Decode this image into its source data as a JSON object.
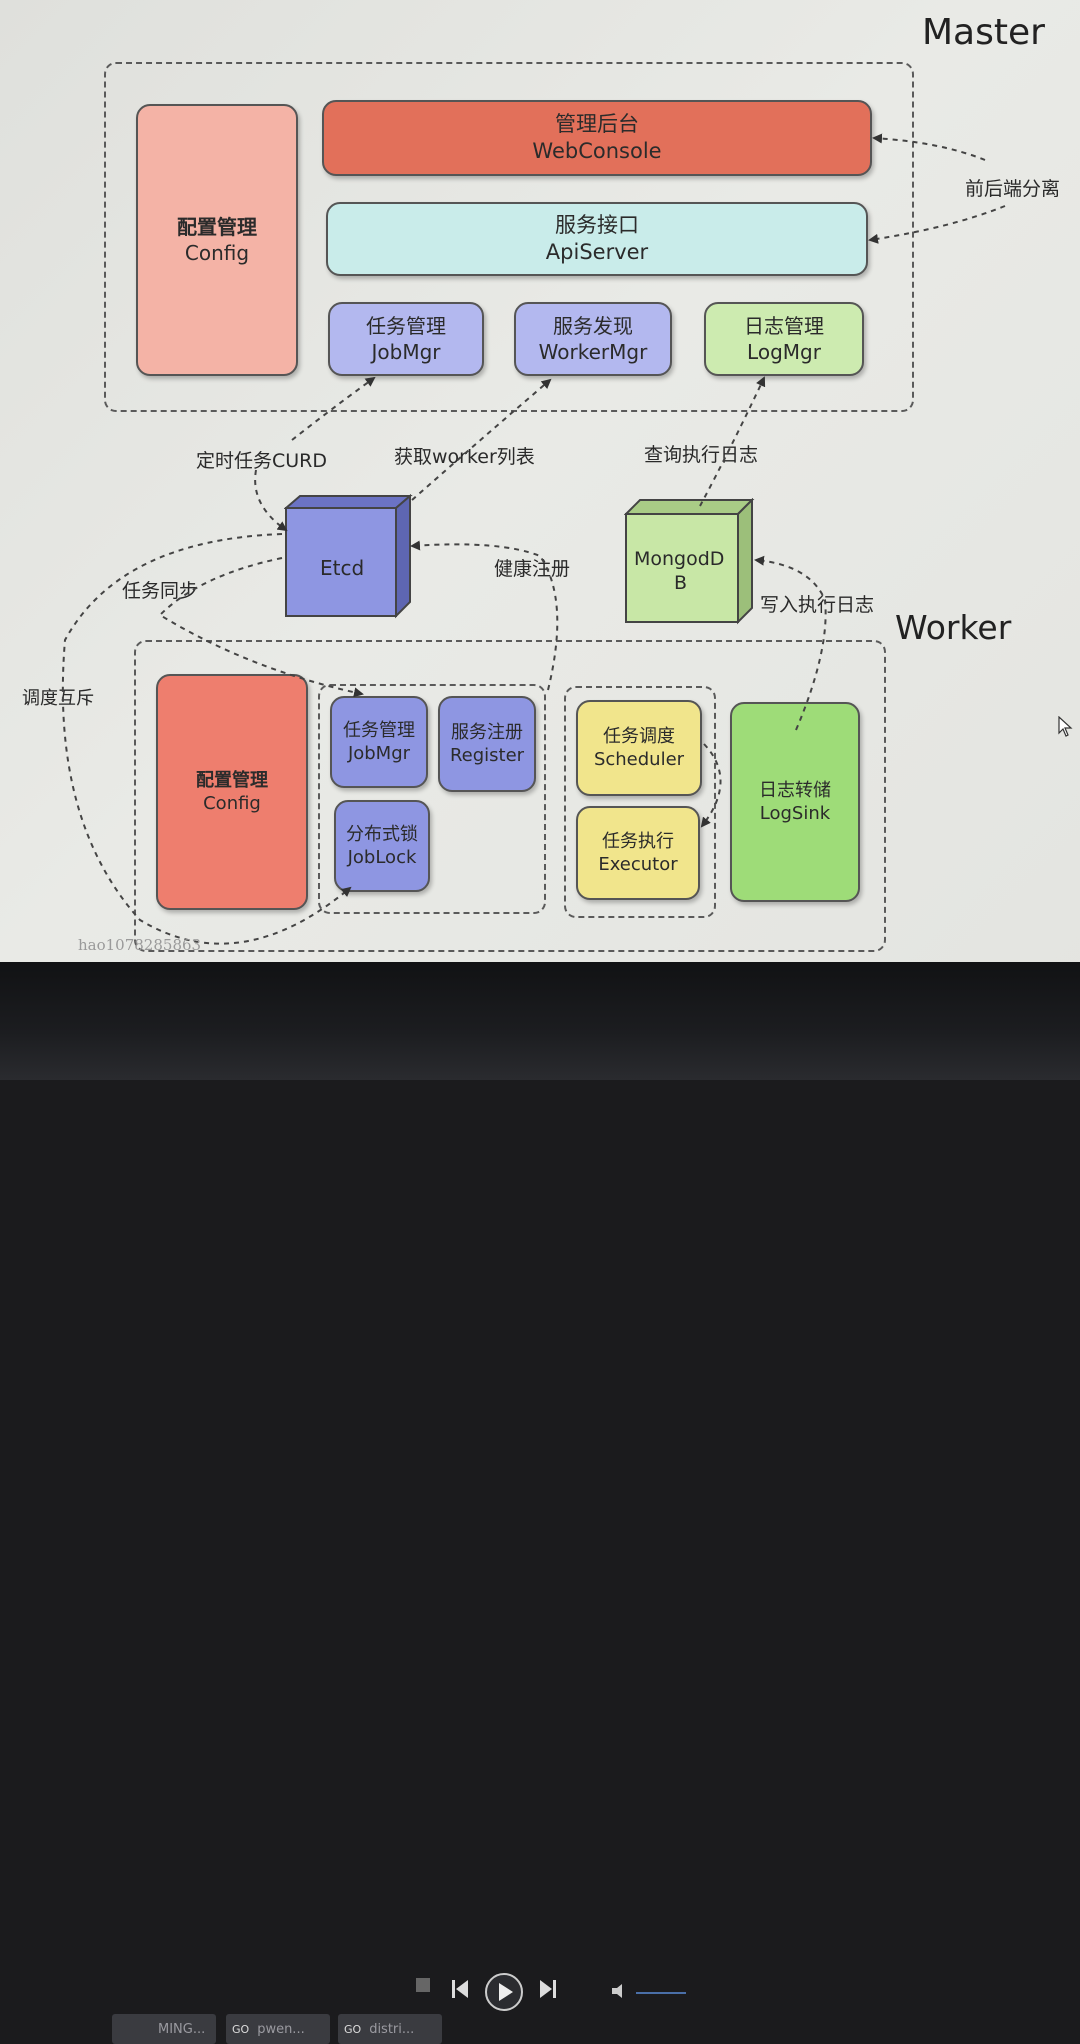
{
  "master": {
    "title": "Master"
  },
  "worker": {
    "title": "Worker"
  },
  "master_boxes": {
    "config": {
      "zh": "配置管理",
      "en": "Config",
      "color": "#f4b3a6"
    },
    "webconsole": {
      "zh": "管理后台",
      "en": "WebConsole",
      "color": "#e2705a"
    },
    "apiserver": {
      "zh": "服务接口",
      "en": "ApiServer",
      "color": "#c9ecea"
    },
    "jobmgr": {
      "zh": "任务管理",
      "en": "JobMgr",
      "color": "#b3b8ef"
    },
    "workermgr": {
      "zh": "服务发现",
      "en": "WorkerMgr",
      "color": "#b3b8ef"
    },
    "logmgr": {
      "zh": "日志管理",
      "en": "LogMgr",
      "color": "#cdebb0"
    }
  },
  "storage": {
    "etcd": {
      "label": "Etcd",
      "color": "#8e96e2"
    },
    "mongodb": {
      "line1": "MongodD",
      "line2": "B",
      "color": "#c8e7a6"
    }
  },
  "worker_boxes": {
    "config": {
      "zh": "配置管理",
      "en": "Config",
      "color": "#ee7e6e"
    },
    "jobmgr": {
      "zh": "任务管理",
      "en": "JobMgr",
      "color": "#8e96e2"
    },
    "register": {
      "zh": "服务注册",
      "en": "Register",
      "color": "#8e96e2"
    },
    "joblock": {
      "zh": "分布式锁",
      "en": "JobLock",
      "color": "#8e96e2"
    },
    "scheduler": {
      "zh": "任务调度",
      "en": "Scheduler",
      "color": "#f1e58c"
    },
    "executor": {
      "zh": "任务执行",
      "en": "Executor",
      "color": "#f1e58c"
    },
    "logsink": {
      "zh": "日志转储",
      "en": "LogSink",
      "color": "#9edc78"
    }
  },
  "annotations": {
    "frontend_backend": "前后端分离",
    "job_curd": "定时任务CURD",
    "get_workers": "获取worker列表",
    "query_logs": "查询执行日志",
    "health_register": "健康注册",
    "job_sync": "任务同步",
    "write_logs": "写入执行日志",
    "mutex": "调度互斥"
  },
  "watermark": "hao1078285863",
  "taskbar": {
    "items": [
      "MING...",
      "pwen...",
      "distri..."
    ],
    "go_badge": "GO"
  }
}
